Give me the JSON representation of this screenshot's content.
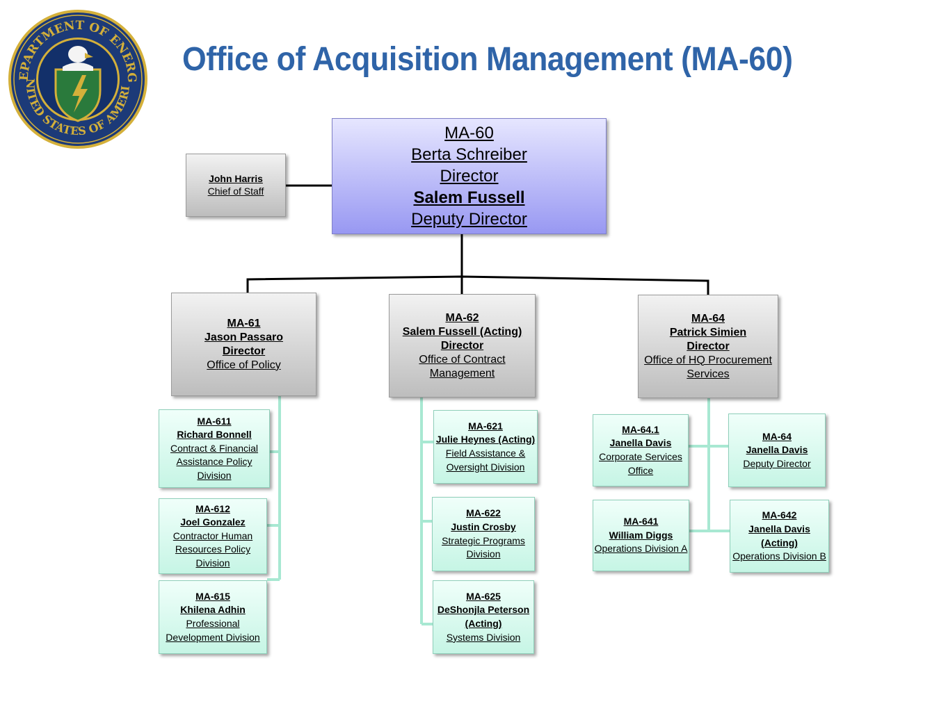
{
  "title": "Office of Acquisition Management (MA-60)",
  "seal": {
    "text_top": "DEPARTMENT OF ENERGY",
    "text_bottom": "UNITED STATES OF AMERICA",
    "colors": {
      "ring": "#1c3a78",
      "gold": "#d4b03a",
      "shield": "#2a7a3c"
    }
  },
  "nodes": {
    "ma60": {
      "code": "MA-60",
      "name1": "Berta Schreiber",
      "title1": "Director",
      "name2": "Salem Fussell",
      "title2": "Deputy Director"
    },
    "chief_of_staff": {
      "name": "John Harris",
      "title": "Chief of Staff"
    },
    "ma61": {
      "code": "MA-61",
      "name": "Jason Passaro",
      "title": "Director",
      "office": "Office of Policy"
    },
    "ma62": {
      "code": "MA-62",
      "name": "Salem Fussell (Acting)",
      "title": "Director",
      "office1": "Office of Contract",
      "office2": "Management"
    },
    "ma64": {
      "code": "MA-64",
      "name": "Patrick Simien",
      "title": "Director",
      "office1": "Office of HQ Procurement",
      "office2": "Services"
    },
    "ma611": {
      "code": "MA-611",
      "name": "Richard Bonnell",
      "line1": "Contract & Financial",
      "line2": "Assistance Policy",
      "line3": "Division"
    },
    "ma612": {
      "code": "MA-612",
      "name": "Joel Gonzalez",
      "line1": "Contractor Human",
      "line2": "Resources Policy",
      "line3": "Division"
    },
    "ma615": {
      "code": "MA-615",
      "name": "Khilena Adhin",
      "line1": "Professional",
      "line2": "Development Division"
    },
    "ma621": {
      "code": "MA-621",
      "name": "Julie Heynes (Acting)",
      "line1": "Field Assistance &",
      "line2": "Oversight Division"
    },
    "ma622": {
      "code": "MA-622",
      "name": "Justin Crosby",
      "line1": "Strategic Programs",
      "line2": "Division"
    },
    "ma625": {
      "code": "MA-625",
      "name": "DeShonjla Peterson",
      "name2": "(Acting)",
      "line1": "Systems Division"
    },
    "ma641_1": {
      "code": "MA-64.1",
      "name": "Janella Davis",
      "line1": "Corporate Services",
      "line2": "Office"
    },
    "ma64_deputy": {
      "code": "MA-64",
      "name": "Janella Davis",
      "line1": "Deputy Director"
    },
    "ma641": {
      "code": "MA-641",
      "name": "William Diggs",
      "line1": "Operations Division A"
    },
    "ma642": {
      "code": "MA-642",
      "name": "Janella Davis",
      "name2": "(Acting)",
      "line1": "Operations Division B"
    }
  }
}
